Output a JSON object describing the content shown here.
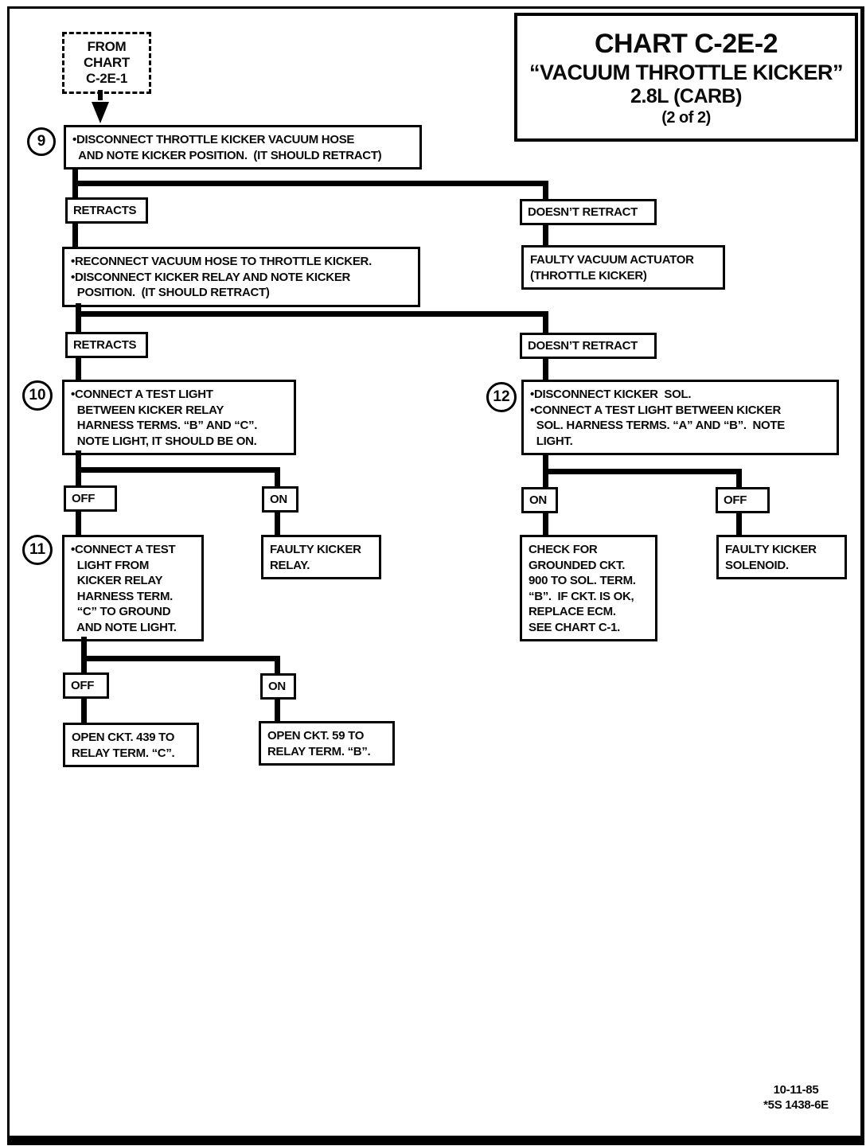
{
  "title": {
    "line1": "CHART C-2E-2",
    "line2": "“VACUUM THROTTLE KICKER”",
    "line3": "2.8L  (CARB)",
    "line4": "(2 of 2)"
  },
  "from_chart": {
    "text": "FROM\nCHART\nC-2E-1"
  },
  "steps": {
    "s9": {
      "num": "9",
      "text": "•DISCONNECT THROTTLE KICKER VACUUM HOSE\n  AND NOTE KICKER POSITION.  (IT SHOULD RETRACT)"
    },
    "retracts1": {
      "label": "RETRACTS"
    },
    "doesnt1": {
      "label": "DOESN’T RETRACT"
    },
    "reconnect": {
      "text": "•RECONNECT VACUUM HOSE TO THROTTLE KICKER.\n•DISCONNECT KICKER RELAY AND NOTE KICKER\n  POSITION.  (IT SHOULD RETRACT)"
    },
    "faulty_actuator": {
      "text": "FAULTY VACUUM ACTUATOR\n(THROTTLE KICKER)"
    },
    "retracts2": {
      "label": "RETRACTS"
    },
    "doesnt2": {
      "label": "DOESN’T RETRACT"
    },
    "s10": {
      "num": "10",
      "text": "•CONNECT A TEST LIGHT\n  BETWEEN KICKER RELAY\n  HARNESS TERMS. “B” AND “C”.\n  NOTE LIGHT, IT SHOULD BE ON."
    },
    "s12": {
      "num": "12",
      "text": "•DISCONNECT KICKER  SOL.\n•CONNECT A TEST LIGHT BETWEEN KICKER\n  SOL. HARNESS TERMS. “A” AND “B”.  NOTE\n  LIGHT."
    },
    "off1": {
      "label": "OFF"
    },
    "on1": {
      "label": "ON"
    },
    "s11": {
      "num": "11",
      "text": "•CONNECT A TEST\n  LIGHT FROM\n  KICKER RELAY\n  HARNESS TERM.\n  “C” TO GROUND\n  AND NOTE LIGHT."
    },
    "faulty_relay": {
      "text": "FAULTY KICKER\nRELAY."
    },
    "on2": {
      "label": "ON"
    },
    "off2": {
      "label": "OFF"
    },
    "check_ground": {
      "text": "CHECK FOR\nGROUNDED CKT.\n900 TO SOL. TERM.\n“B”.  IF CKT. IS OK,\nREPLACE ECM.\nSEE CHART C-1."
    },
    "faulty_solenoid": {
      "text": "FAULTY KICKER\nSOLENOID."
    },
    "off3": {
      "label": "OFF"
    },
    "on3": {
      "label": "ON"
    },
    "open439": {
      "text": "OPEN CKT. 439 TO\nRELAY TERM. “C”."
    },
    "open59": {
      "text": "OPEN CKT. 59 TO\nRELAY TERM. “B”."
    }
  },
  "footer": {
    "text": "10-11-85\n*5S 1438-6E"
  }
}
